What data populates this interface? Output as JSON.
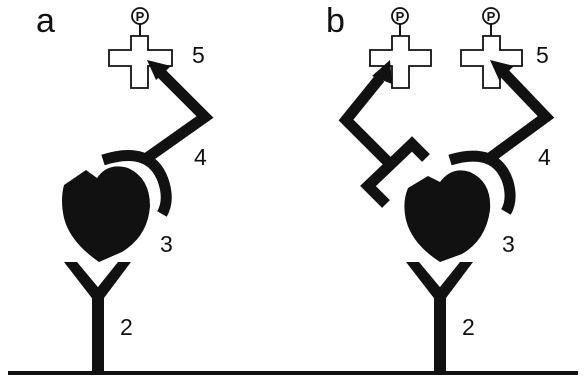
{
  "panels": [
    {
      "letter": "a",
      "labels": {
        "receptor": "2",
        "ligand": "3",
        "arm": "4",
        "cross": "5"
      },
      "phospho": "P"
    },
    {
      "letter": "b",
      "labels": {
        "receptor": "2",
        "ligand": "3",
        "arm": "4",
        "cross": "5"
      },
      "phospho_left": "P",
      "phospho_right": "P"
    }
  ],
  "colors": {
    "fill": "#111111",
    "background": "#ffffff"
  }
}
